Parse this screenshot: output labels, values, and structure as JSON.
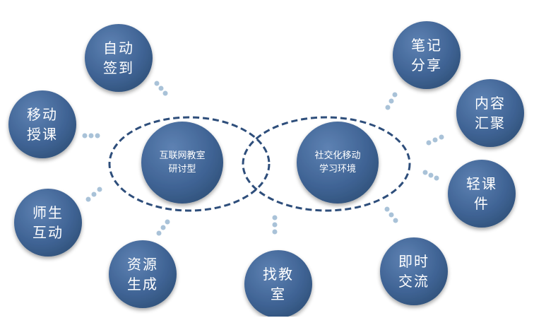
{
  "colors": {
    "node_fill": "#3c5f8f",
    "node_light": "#5d80b0",
    "ring_stroke": "#2e4e7b",
    "dot": "#a9c2d8"
  },
  "center": {
    "left": "互联网教室\n研讨型",
    "right": "社交化移动\n学习环境"
  },
  "satellites": {
    "auto_signin": "自动\n签到",
    "mobile_teaching": "移动\n授课",
    "teacher_student_interaction": "师生\n互动",
    "resource_generation": "资源\n生成",
    "find_classroom": "找教\n室",
    "instant_communication": "即时\n交流",
    "light_course": "轻课\n件",
    "content_aggregation": "内容\n汇聚",
    "note_sharing": "笔记\n分享"
  }
}
